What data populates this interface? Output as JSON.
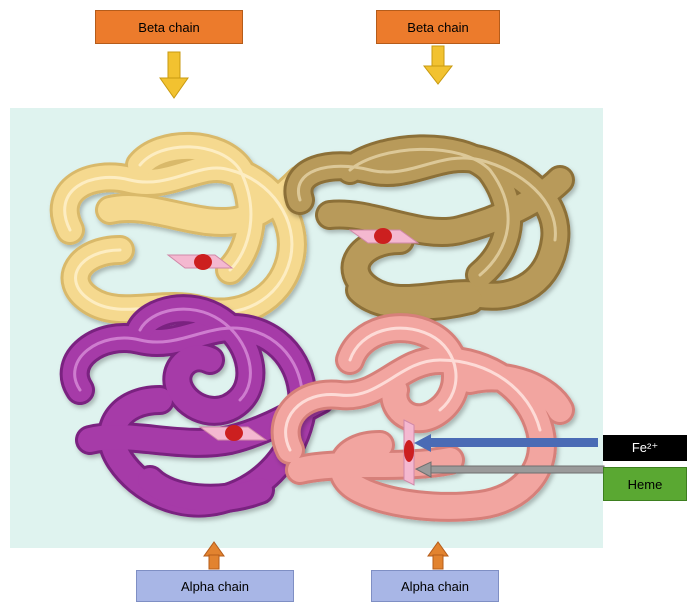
{
  "labels": {
    "beta_left": "Beta chain",
    "beta_right": "Beta chain",
    "alpha_left": "Alpha chain",
    "alpha_right": "Alpha chain",
    "iron": "Fe²⁺",
    "heme": "Heme"
  },
  "colors": {
    "beta_label": "#ec7b2c",
    "alpha_label": "#a8b6e6",
    "heme_label": "#5aa832",
    "background_panel": "#dff3ef",
    "subunit_beta_left": "#f5d98f",
    "subunit_beta_right": "#b89a5a",
    "subunit_alpha_left": "#a63aa8",
    "subunit_alpha_right": "#f2a5a0",
    "iron": "#cc1f1f",
    "heme_plane": "#f4b8d0",
    "pointer_iron": "#4a6bb5",
    "pointer_heme": "#9a9a9a"
  }
}
